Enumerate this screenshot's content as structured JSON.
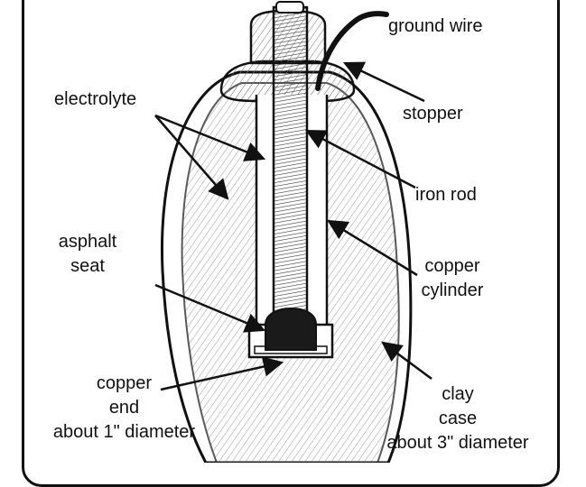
{
  "diagram": {
    "top_caption": "",
    "labels": {
      "ground_wire": "ground wire",
      "electrolyte": "electrolyte",
      "stopper": "stopper",
      "iron_rod": "iron rod",
      "asphalt_seat": {
        "line1": "asphalt",
        "line2": "seat"
      },
      "copper_cylinder": {
        "line1": "copper",
        "line2": "cylinder"
      },
      "copper_end": {
        "line1": "copper",
        "line2": "end",
        "line3": "about 1\" diameter"
      },
      "clay_case": {
        "line1": "clay",
        "line2": "case",
        "line3": "about 3\" diameter"
      }
    }
  },
  "colors": {
    "ink": "#111111",
    "rod_fill": "#4a4a4a",
    "seat_fill": "#1a1a1a",
    "paper": "#ffffff"
  }
}
